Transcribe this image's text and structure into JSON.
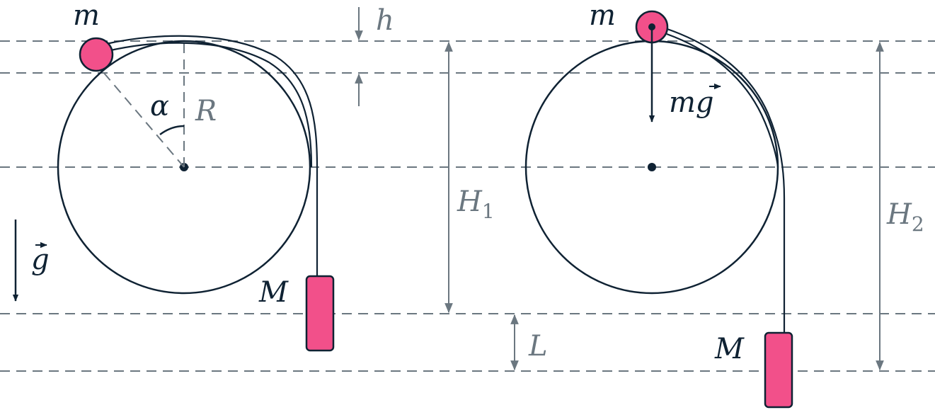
{
  "figure": {
    "colors": {
      "ink": "#0f2233",
      "guide": "#6b7780",
      "mass": "#f2508a"
    },
    "left_panel": {
      "small_mass_label": "m",
      "big_mass_label": "M",
      "angle_label": "α",
      "radius_label": "R",
      "gap_label": "h",
      "height_label": "H",
      "height_subscript": "1",
      "length_label": "L",
      "gravity_label": "g"
    },
    "right_panel": {
      "small_mass_label": "m",
      "big_mass_label": "M",
      "force_label": "mg",
      "height_label": "H",
      "height_subscript": "2"
    }
  }
}
